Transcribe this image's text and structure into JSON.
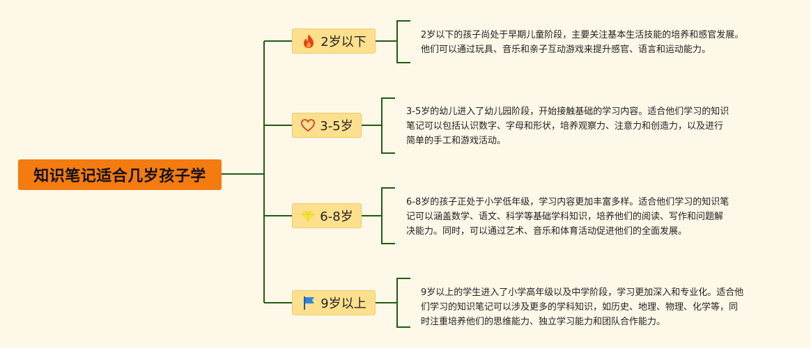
{
  "root": {
    "title": "知识笔记适合几岁孩子学"
  },
  "branches": [
    {
      "label": "2岁以下",
      "icon": "fire-icon",
      "description": "2岁以下的孩子尚处于早期儿童阶段，主要关注基本生活技能的培养和感官发展。\n他们可以通过玩具、音乐和亲子互动游戏来提升感官、语言和运动能力。"
    },
    {
      "label": "3-5岁",
      "icon": "heart-outline-icon",
      "description": "3-5岁的幼儿进入了幼儿园阶段，开始接触基础的学习内容。适合他们学习的知识\n笔记可以包括认识数字、字母和形状，培养观察力、注意力和创造力，以及进行\n简单的手工和游戏活动。"
    },
    {
      "label": "6-8岁",
      "icon": "gem-icon",
      "description": "6-8岁的孩子正处于小学低年级，学习内容更加丰富多样。适合他们学习的知识笔\n记可以涵盖数学、语文、科学等基础学科知识，培养他们的阅读、写作和问题解\n决能力。同时，可以通过艺术、音乐和体育活动促进他们的全面发展。"
    },
    {
      "label": "9岁以上",
      "icon": "flag-icon",
      "description": "9岁以上的学生进入了小学高年级以及中学阶段，学习更加深入和专业化。适合他\n们学习的知识笔记可以涉及更多的学科知识，如历史、地理、物理、化学等，同\n时注重培养他们的思维能力、独立学习能力和团队合作能力。"
    }
  ],
  "colors": {
    "background": "#fef8e8",
    "root_fill": "#f47b10",
    "branch_fill": "#fde08e",
    "connector": "#1f5a10"
  }
}
